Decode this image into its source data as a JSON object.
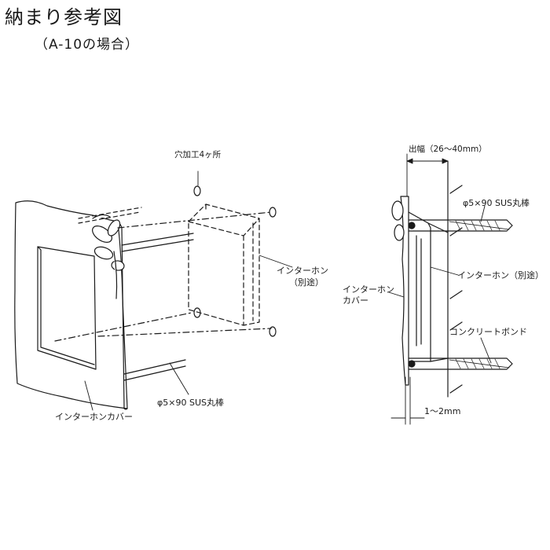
{
  "title": "納まり参考図",
  "subtitle": "（A-10の場合）",
  "labels": {
    "holes": "穴加工4ヶ所",
    "intercom_main": "インターホン",
    "intercom_sub": "（別途）",
    "rod_left": "φ5×90 SUS丸棒",
    "cover_left": "インターホンカバー",
    "width": "出幅（26〜40mm）",
    "rod_right": "φ5×90 SUS丸棒",
    "intercom_right": "インターホン（別途）",
    "cover_right_1": "インターホン",
    "cover_right_2": "カバー",
    "bond": "コンクリートボンド",
    "gap": "1〜2mm"
  }
}
